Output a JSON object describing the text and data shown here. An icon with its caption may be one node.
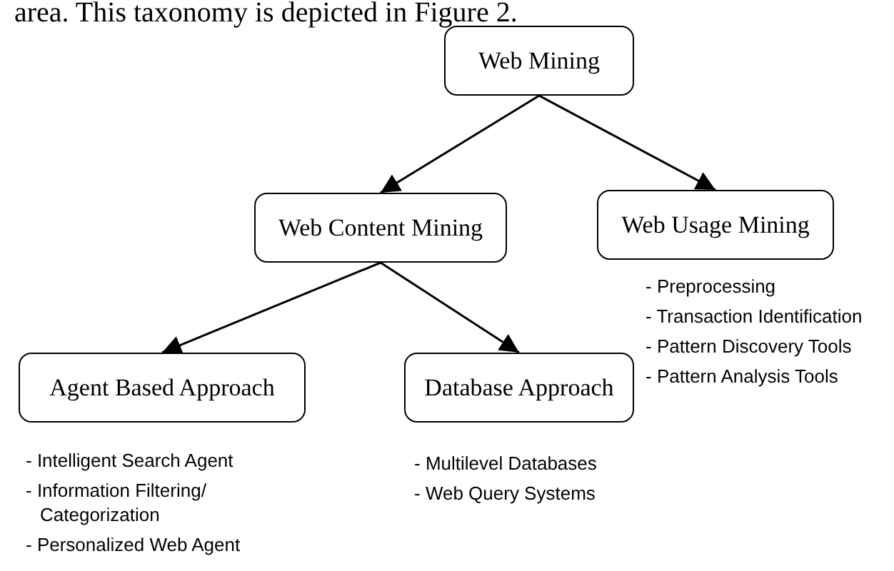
{
  "diagram": {
    "nodes": [
      {
        "text": [
          "Web Mining"
        ]
      },
      {
        "text": [
          "Web Content Mining"
        ]
      },
      {
        "text": [
          "Web Usage Mining"
        ],
        "beside": [
          "- Preprocessing",
          "- Transaction Identification",
          "- Pattern Discovery Tools",
          "- Pattern Analysis Tools"
        ]
      },
      {
        "text": [
          "Agent Based Approach"
        ],
        "beside": [
          "- Intelligent Search Agent",
          "- Information Filtering/ Categorization",
          "- Personalized Web Agent"
        ]
      },
      {
        "text": [
          "Database Approach"
        ],
        "beside": [
          "- Multilevel Databases",
          "- Web Query Systems"
        ]
      }
    ],
    "edges": [
      {
        "from": 0,
        "to": 1,
        "arrow": "to"
      },
      {
        "from": 0,
        "to": 2,
        "arrow": "to"
      },
      {
        "from": 1,
        "to": 3,
        "arrow": "to"
      },
      {
        "from": 1,
        "to": 4,
        "arrow": "to"
      }
    ],
    "labels": [
      "area. This taxonomy is depicted in Figure 2."
    ]
  }
}
